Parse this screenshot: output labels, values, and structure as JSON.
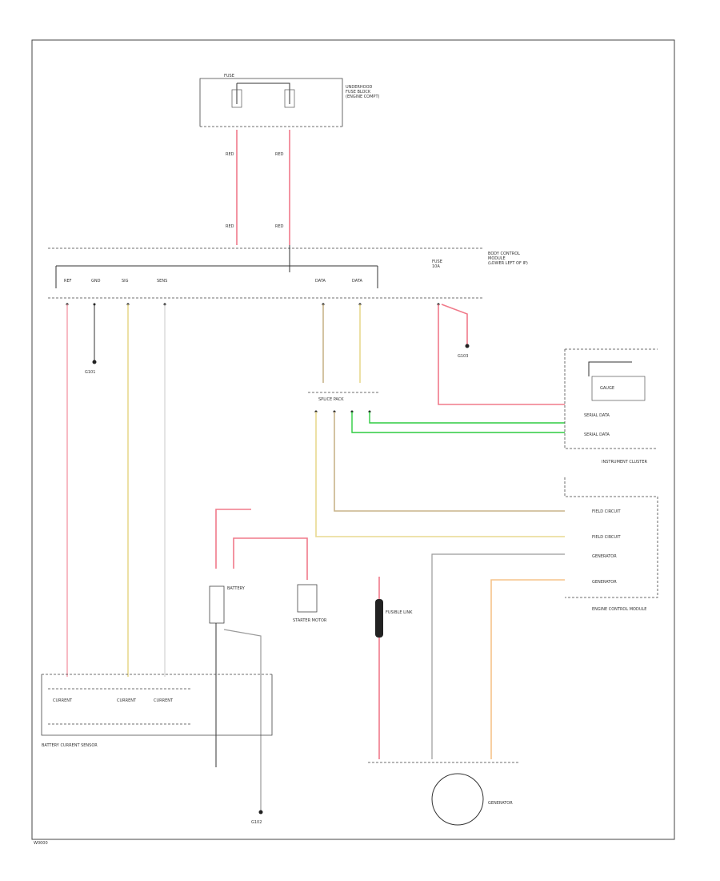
{
  "colors": {
    "frame": "#444444",
    "red_wire": "#f07a8a",
    "pink_wire": "#f5a8b4",
    "orange_wire": "#f5c38a",
    "yellow_wire": "#e8d890",
    "tan_wire": "#c8b48a",
    "green_wire": "#2ecc40",
    "gray_wire": "#9a9a9a",
    "black_wire": "#333333"
  },
  "components": {
    "fuse_block_top": "UNDERHOOD FUSE BLOCK",
    "bus": "BODY CONTROL MODULE",
    "ground_left": "G101",
    "splice_pack": "SPLICE PACK",
    "instrument_cluster": "INSTRUMENT CLUSTER",
    "engine_control": "ENGINE CONTROL MODULE",
    "battery": "BATTERY",
    "starter": "STARTER MOTOR",
    "fusible_link": "FUSIBLE LINK",
    "generator": "GENERATOR",
    "battery_sensor": "BATTERY CURRENT SENSOR",
    "ground_bottom": "G102",
    "ground_right": "G103"
  },
  "footer_code": "W0000"
}
